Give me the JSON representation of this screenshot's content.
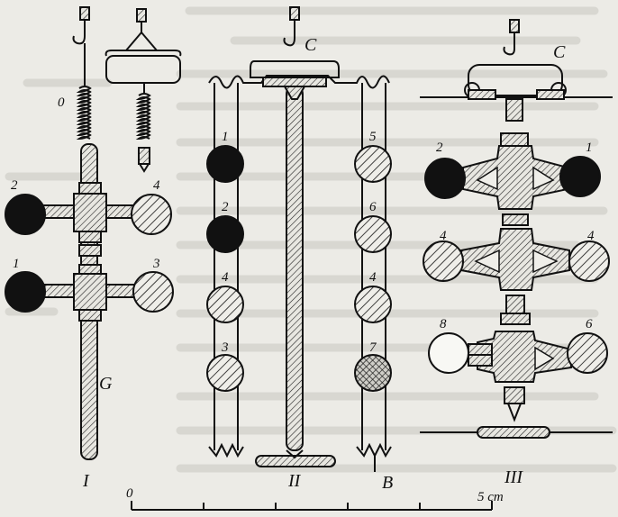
{
  "figure": {
    "panel_labels": [
      "I",
      "II",
      "III"
    ],
    "part_labels": {
      "hook_spring": "0",
      "rod_I": "G",
      "crossbar_II": "C",
      "crossbar_III": "C",
      "wire_II": "B"
    },
    "panel_I_balls": [
      "2",
      "4",
      "1",
      "3"
    ],
    "panel_II_left_balls": [
      "1",
      "2",
      "4",
      "3"
    ],
    "panel_II_right_balls": [
      "5",
      "6",
      "4",
      "7"
    ],
    "panel_III_balls": [
      "2",
      "1",
      "4",
      "4",
      "8",
      "6"
    ],
    "scale": {
      "start": "0",
      "end": "5 cm"
    }
  }
}
